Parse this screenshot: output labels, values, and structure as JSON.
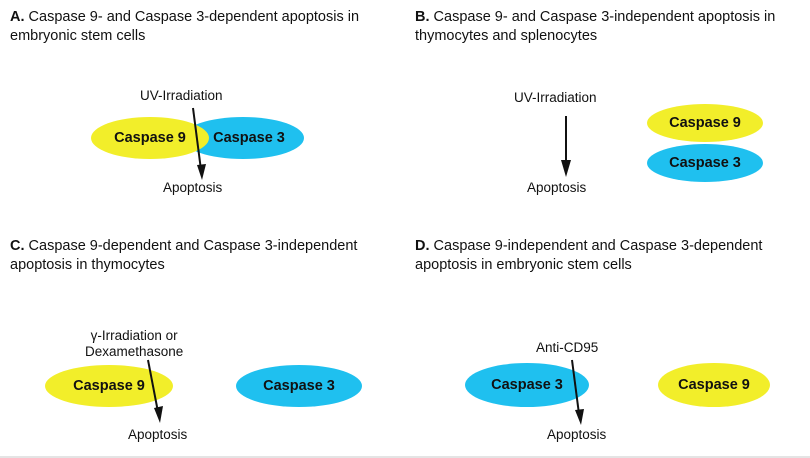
{
  "panels": {
    "a": {
      "letter": "A.",
      "title": "Caspase 9- and Caspase 3-dependent apoptosis in embryonic stem cells",
      "stimulus": "UV-Irradiation",
      "outcome": "Apoptosis",
      "ovals": [
        "Caspase 9",
        "Caspase 3"
      ]
    },
    "b": {
      "letter": "B.",
      "title": "Caspase 9- and Caspase 3-independent apoptosis in thymocytes and splenocytes",
      "stimulus": "UV-Irradiation",
      "outcome": "Apoptosis",
      "ovals": [
        "Caspase 9",
        "Caspase 3"
      ]
    },
    "c": {
      "letter": "C.",
      "title": "Caspase 9-dependent and Caspase 3-independent apoptosis in thymocytes",
      "stimulus_lines": [
        "γ-Irradiation or",
        "Dexamethasone"
      ],
      "outcome": "Apoptosis",
      "ovals": [
        "Caspase 9",
        "Caspase 3"
      ]
    },
    "d": {
      "letter": "D.",
      "title": "Caspase 9-independent and Caspase 3-dependent apoptosis in embryonic stem cells",
      "stimulus": "Anti-CD95",
      "outcome": "Apoptosis",
      "ovals": [
        "Caspase 3",
        "Caspase 9"
      ]
    }
  },
  "colors": {
    "caspase9_oval": "#f2ee2a",
    "caspase3_oval": "#1fc0ef",
    "arrow": "#111111"
  }
}
